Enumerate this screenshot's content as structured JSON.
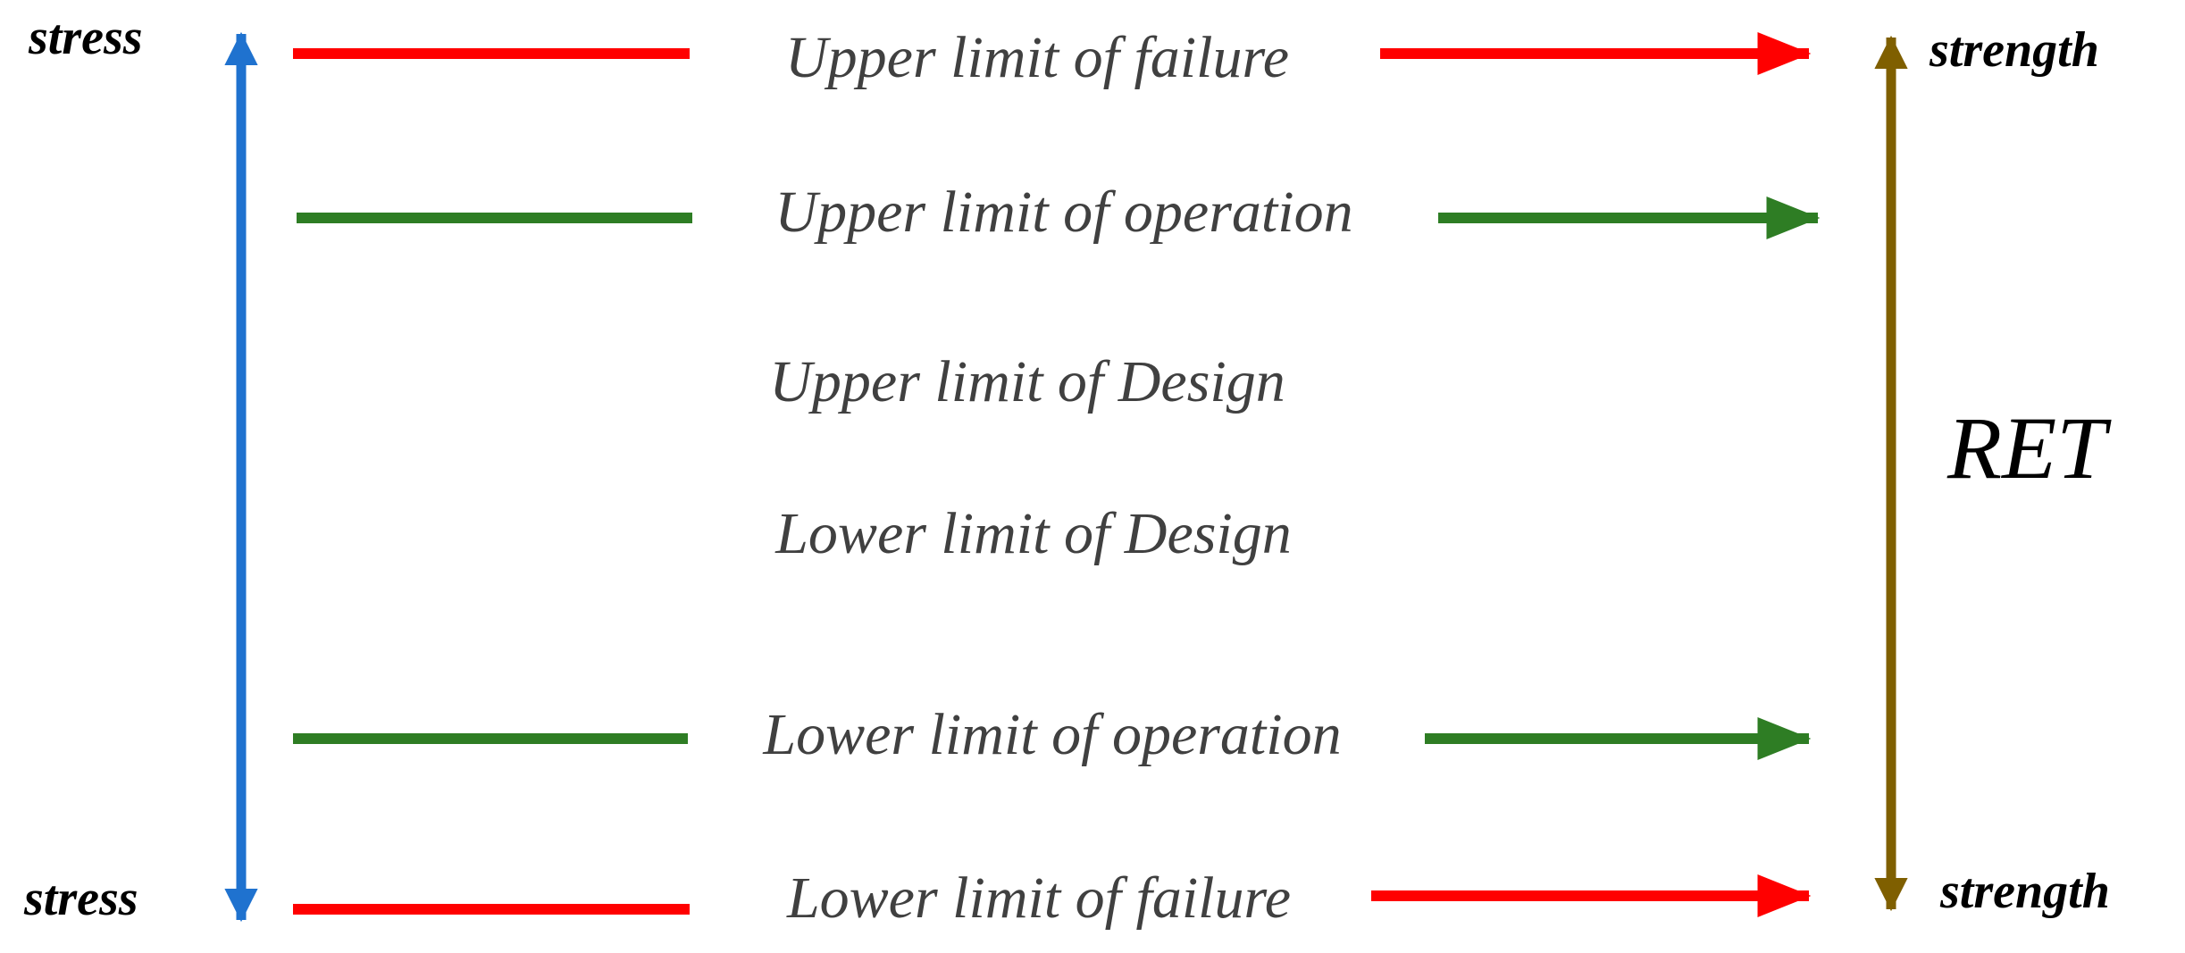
{
  "left_axis": {
    "top_label": "stress",
    "bottom_label": "stress",
    "color": "#1f72cf"
  },
  "right_axis": {
    "top_label": "strength",
    "bottom_label": "strength",
    "center_label": "RET",
    "color": "#7f5f00"
  },
  "levels": [
    {
      "label": "Upper limit of failure",
      "color": "#ff0000"
    },
    {
      "label": "Upper limit of operation",
      "color": "#2e7d24"
    },
    {
      "label": "Upper limit of Design",
      "color": ""
    },
    {
      "label": "Lower limit of Design",
      "color": ""
    },
    {
      "label": "Lower limit of operation",
      "color": "#2e7d24"
    },
    {
      "label": "Lower limit of failure",
      "color": "#ff0000"
    }
  ]
}
